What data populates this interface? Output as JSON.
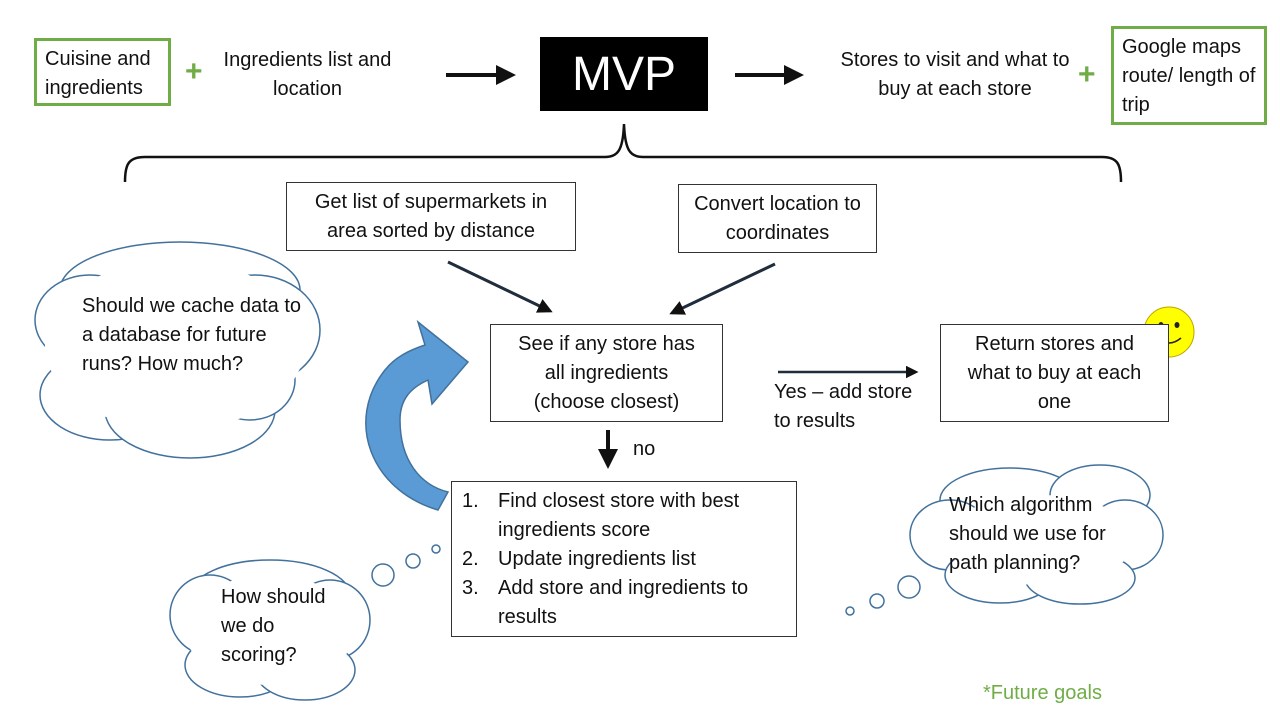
{
  "inputs": {
    "cuisine": "Cuisine and ingredients",
    "ingredients_location": "Ingredients list and location"
  },
  "mvp": {
    "label": "MVP"
  },
  "outputs": {
    "stores_to_visit": "Stores to visit and what to buy at each store",
    "google_maps": "Google maps route/ length of trip"
  },
  "steps": {
    "supermarkets": "Get list of supermarkets in area sorted by distance",
    "convert_location": "Convert location to coordinates",
    "see_if_store": "See if any store has all ingredients (choose closest)",
    "return_stores": "Return stores and what to buy at each one",
    "yes_label": "Yes – add store to results",
    "no_label": "no",
    "loop_list": [
      {
        "num": "1.",
        "text": "Find closest store with best ingredients score"
      },
      {
        "num": "2.",
        "text": "Update ingredients list"
      },
      {
        "num": "3.",
        "text": "Add store and ingredients to results"
      }
    ]
  },
  "thoughts": {
    "cache": "Should we cache data to a database for future runs? How much?",
    "scoring": "How should we do scoring?",
    "algorithm": "Which algorithm should we use for path planning?"
  },
  "footer": {
    "future_goals": "*Future goals"
  },
  "colors": {
    "green": "#70ad47",
    "blue_arrow": "#5b9bd5",
    "smiley": "#ffff00",
    "cloud_border": "#41719c"
  }
}
